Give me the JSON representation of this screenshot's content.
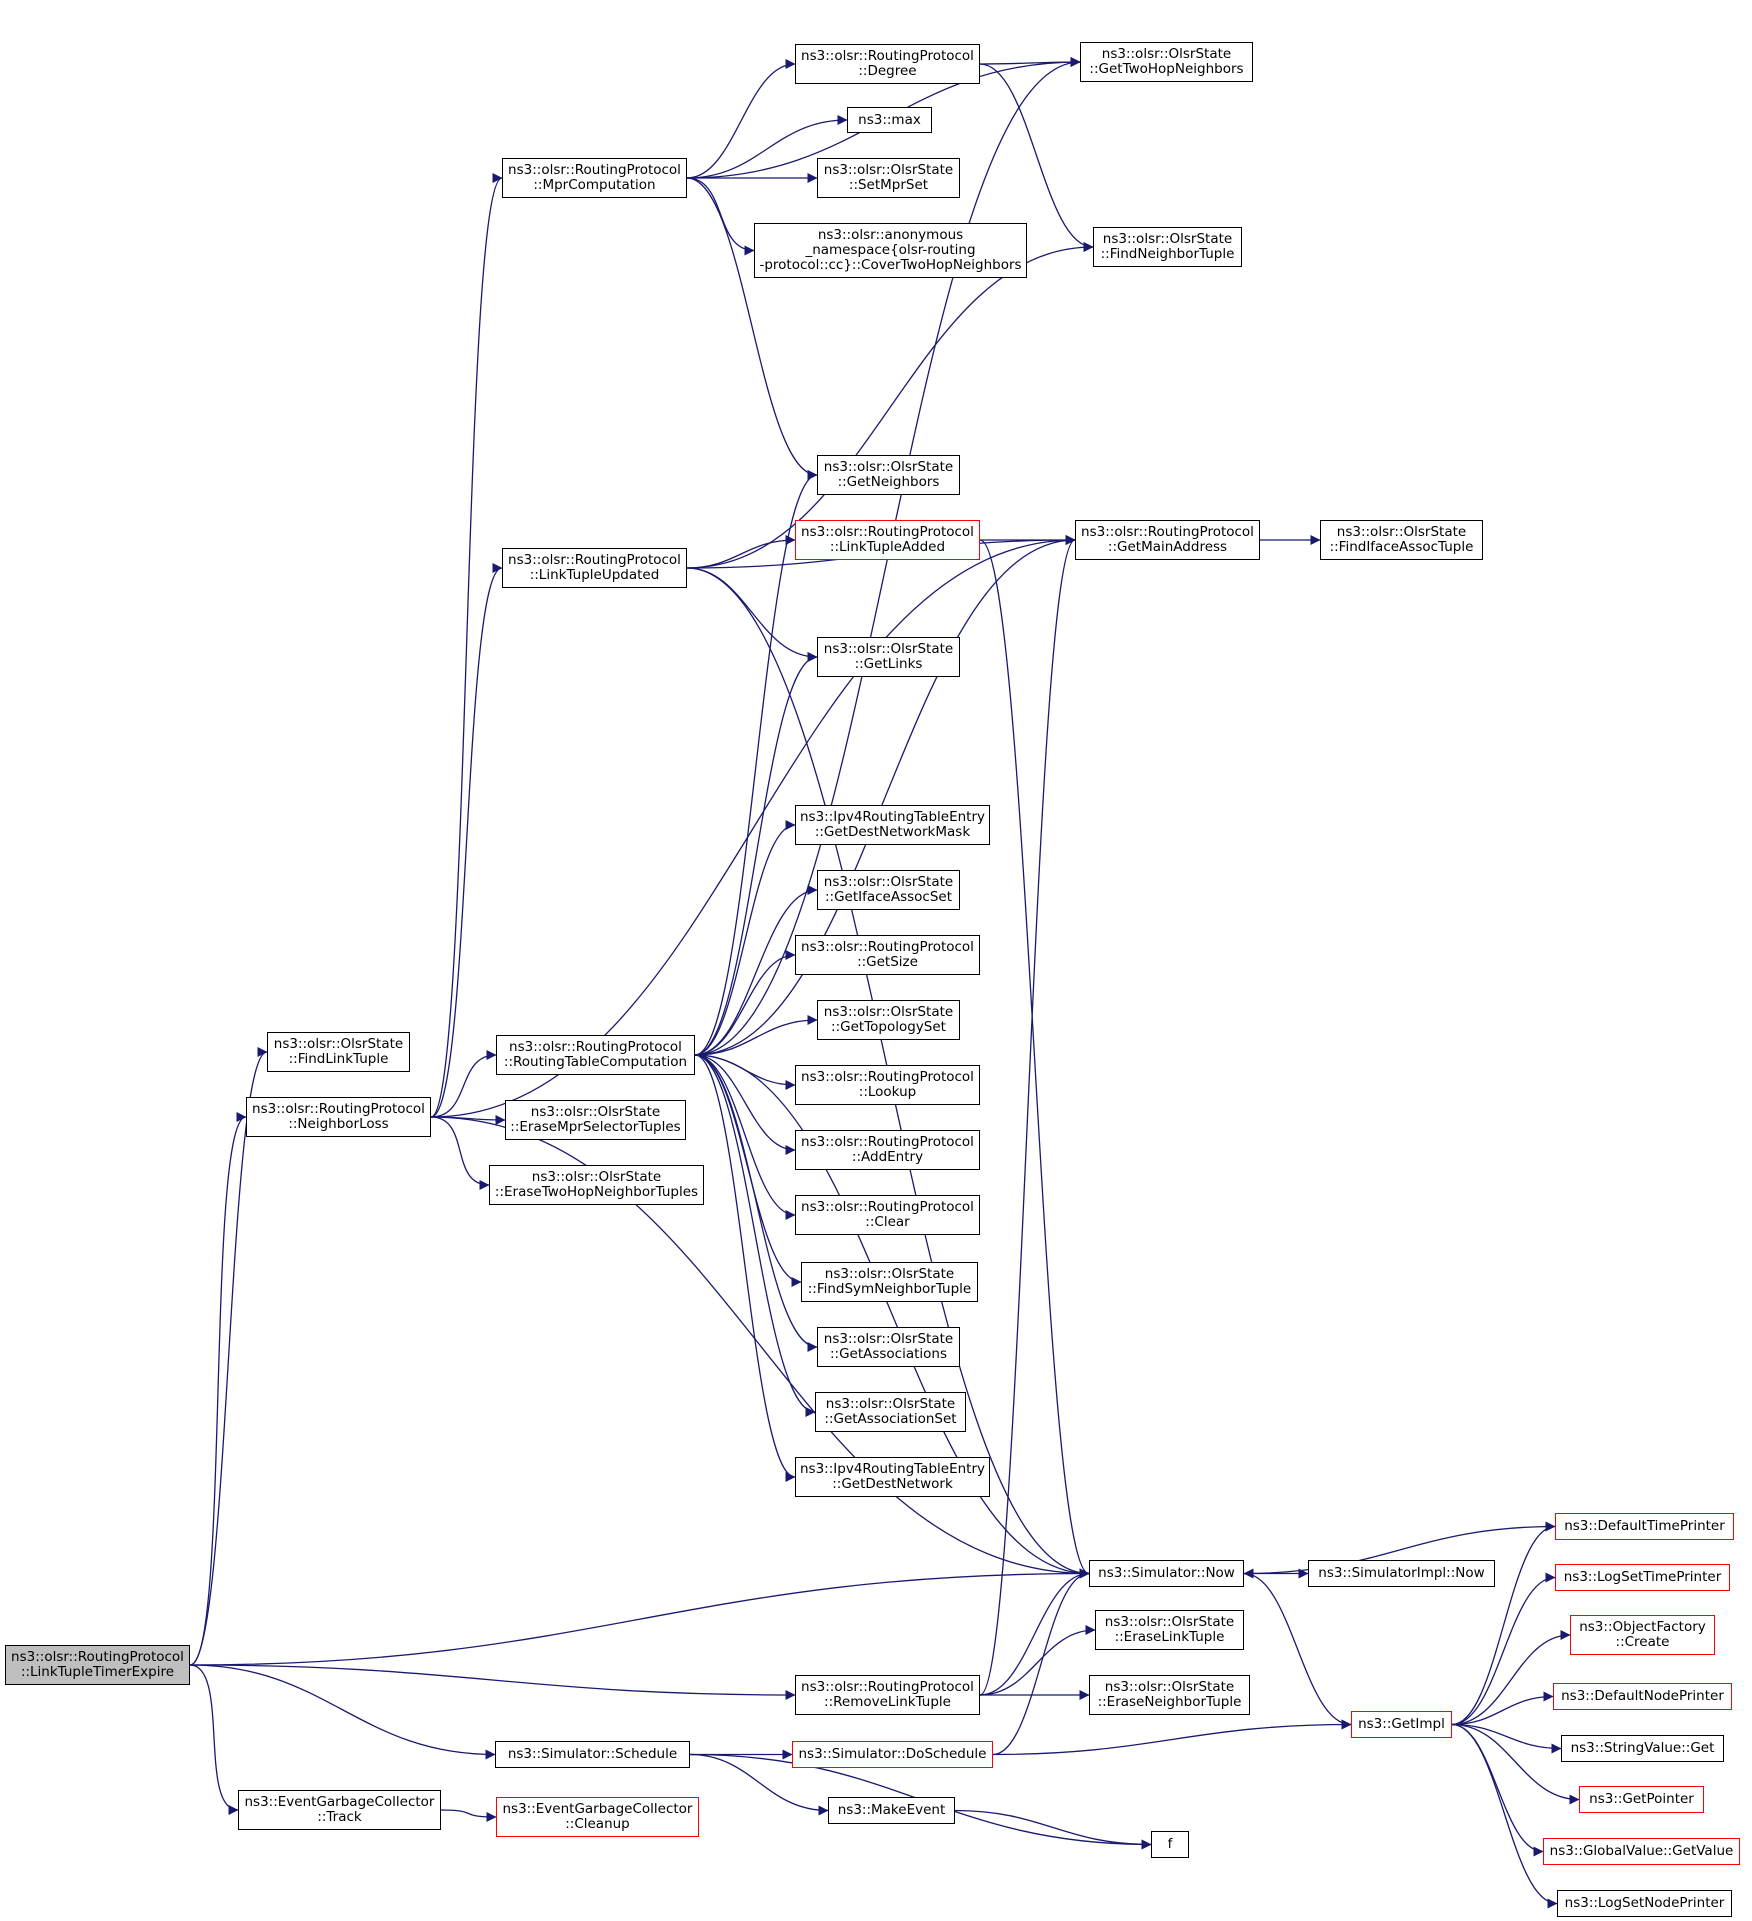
{
  "colors": {
    "edge": "#191970",
    "node_border": "#000000",
    "node_border_truncated": "#ff0000",
    "root_fill": "#bfbfbf"
  },
  "nodes": {
    "link_tuple_timer_expire": {
      "lines": [
        "ns3::olsr::RoutingProtocol",
        "::LinkTupleTimerExpire"
      ],
      "style": "root"
    },
    "find_link_tuple": {
      "lines": [
        "ns3::olsr::OlsrState",
        "::FindLinkTuple"
      ],
      "style": "normal"
    },
    "neighbor_loss": {
      "lines": [
        "ns3::olsr::RoutingProtocol",
        "::NeighborLoss"
      ],
      "style": "normal"
    },
    "mpr_computation": {
      "lines": [
        "ns3::olsr::RoutingProtocol",
        "::MprComputation"
      ],
      "style": "normal"
    },
    "degree": {
      "lines": [
        "ns3::olsr::RoutingProtocol",
        "::Degree"
      ],
      "style": "normal"
    },
    "get_two_hop_neighbors": {
      "lines": [
        "ns3::olsr::OlsrState",
        "::GetTwoHopNeighbors"
      ],
      "style": "normal"
    },
    "max": {
      "lines": [
        "ns3::max"
      ],
      "style": "normal"
    },
    "set_mpr_set": {
      "lines": [
        "ns3::olsr::OlsrState",
        "::SetMprSet"
      ],
      "style": "normal"
    },
    "cover_two_hop_neighbors": {
      "lines": [
        "ns3::olsr::anonymous",
        "_namespace{olsr-routing",
        "-protocol::cc}::CoverTwoHopNeighbors"
      ],
      "style": "normal"
    },
    "find_neighbor_tuple": {
      "lines": [
        "ns3::olsr::OlsrState",
        "::FindNeighborTuple"
      ],
      "style": "normal"
    },
    "get_neighbors": {
      "lines": [
        "ns3::olsr::OlsrState",
        "::GetNeighbors"
      ],
      "style": "normal"
    },
    "link_tuple_added": {
      "lines": [
        "ns3::olsr::RoutingProtocol",
        "::LinkTupleAdded"
      ],
      "style": "truncated"
    },
    "get_main_address": {
      "lines": [
        "ns3::olsr::RoutingProtocol",
        "::GetMainAddress"
      ],
      "style": "normal"
    },
    "find_iface_assoc_tuple": {
      "lines": [
        "ns3::olsr::OlsrState",
        "::FindIfaceAssocTuple"
      ],
      "style": "normal"
    },
    "link_tuple_updated": {
      "lines": [
        "ns3::olsr::RoutingProtocol",
        "::LinkTupleUpdated"
      ],
      "style": "normal"
    },
    "get_links": {
      "lines": [
        "ns3::olsr::OlsrState",
        "::GetLinks"
      ],
      "style": "normal"
    },
    "get_dest_network_mask": {
      "lines": [
        "ns3::Ipv4RoutingTableEntry",
        "::GetDestNetworkMask"
      ],
      "style": "normal"
    },
    "get_iface_assoc_set": {
      "lines": [
        "ns3::olsr::OlsrState",
        "::GetIfaceAssocSet"
      ],
      "style": "normal"
    },
    "get_size": {
      "lines": [
        "ns3::olsr::RoutingProtocol",
        "::GetSize"
      ],
      "style": "normal"
    },
    "get_topology_set": {
      "lines": [
        "ns3::olsr::OlsrState",
        "::GetTopologySet"
      ],
      "style": "normal"
    },
    "routing_table_computation": {
      "lines": [
        "ns3::olsr::RoutingProtocol",
        "::RoutingTableComputation"
      ],
      "style": "normal"
    },
    "lookup": {
      "lines": [
        "ns3::olsr::RoutingProtocol",
        "::Lookup"
      ],
      "style": "normal"
    },
    "erase_mpr_selector_tuples": {
      "lines": [
        "ns3::olsr::OlsrState",
        "::EraseMprSelectorTuples"
      ],
      "style": "normal"
    },
    "add_entry": {
      "lines": [
        "ns3::olsr::RoutingProtocol",
        "::AddEntry"
      ],
      "style": "normal"
    },
    "erase_two_hop_neighbor_tuples": {
      "lines": [
        "ns3::olsr::OlsrState",
        "::EraseTwoHopNeighborTuples"
      ],
      "style": "normal"
    },
    "clear": {
      "lines": [
        "ns3::olsr::RoutingProtocol",
        "::Clear"
      ],
      "style": "normal"
    },
    "find_sym_neighbor_tuple": {
      "lines": [
        "ns3::olsr::OlsrState",
        "::FindSymNeighborTuple"
      ],
      "style": "normal"
    },
    "get_associations": {
      "lines": [
        "ns3::olsr::OlsrState",
        "::GetAssociations"
      ],
      "style": "normal"
    },
    "get_association_set": {
      "lines": [
        "ns3::olsr::OlsrState",
        "::GetAssociationSet"
      ],
      "style": "normal"
    },
    "get_dest_network": {
      "lines": [
        "ns3::Ipv4RoutingTableEntry",
        "::GetDestNetwork"
      ],
      "style": "normal"
    },
    "default_time_printer": {
      "lines": [
        "ns3::DefaultTimePrinter"
      ],
      "style": "truncated"
    },
    "simulator_now": {
      "lines": [
        "ns3::Simulator::Now"
      ],
      "style": "normal"
    },
    "simulator_impl_now": {
      "lines": [
        "ns3::SimulatorImpl::Now"
      ],
      "style": "normal"
    },
    "log_set_time_printer": {
      "lines": [
        "ns3::LogSetTimePrinter"
      ],
      "style": "truncated"
    },
    "object_factory_create": {
      "lines": [
        "ns3::ObjectFactory",
        "::Create"
      ],
      "style": "truncated"
    },
    "erase_link_tuple": {
      "lines": [
        "ns3::olsr::OlsrState",
        "::EraseLinkTuple"
      ],
      "style": "normal"
    },
    "remove_link_tuple": {
      "lines": [
        "ns3::olsr::RoutingProtocol",
        "::RemoveLinkTuple"
      ],
      "style": "normal"
    },
    "erase_neighbor_tuple": {
      "lines": [
        "ns3::olsr::OlsrState",
        "::EraseNeighborTuple"
      ],
      "style": "normal"
    },
    "default_node_printer": {
      "lines": [
        "ns3::DefaultNodePrinter"
      ],
      "style": "truncated"
    },
    "get_impl": {
      "lines": [
        "ns3::GetImpl"
      ],
      "style": "truncated"
    },
    "simulator_schedule": {
      "lines": [
        "ns3::Simulator::Schedule"
      ],
      "style": "normal"
    },
    "simulator_do_schedule": {
      "lines": [
        "ns3::Simulator::DoSchedule"
      ],
      "style": "truncated"
    },
    "string_value_get": {
      "lines": [
        "ns3::StringValue::Get"
      ],
      "style": "normal"
    },
    "make_event": {
      "lines": [
        "ns3::MakeEvent"
      ],
      "style": "normal"
    },
    "get_pointer": {
      "lines": [
        "ns3::GetPointer"
      ],
      "style": "truncated"
    },
    "event_gc_track": {
      "lines": [
        "ns3::EventGarbageCollector",
        "::Track"
      ],
      "style": "normal"
    },
    "event_gc_cleanup": {
      "lines": [
        "ns3::EventGarbageCollector",
        "::Cleanup"
      ],
      "style": "truncated"
    },
    "f": {
      "lines": [
        "f"
      ],
      "style": "normal"
    },
    "global_value_get_value": {
      "lines": [
        "ns3::GlobalValue::GetValue"
      ],
      "style": "truncated"
    },
    "log_set_node_printer": {
      "lines": [
        "ns3::LogSetNodePrinter"
      ],
      "style": "normal"
    }
  },
  "edges": [
    [
      "link_tuple_timer_expire",
      "find_link_tuple"
    ],
    [
      "link_tuple_timer_expire",
      "neighbor_loss"
    ],
    [
      "link_tuple_timer_expire",
      "simulator_now"
    ],
    [
      "link_tuple_timer_expire",
      "remove_link_tuple"
    ],
    [
      "link_tuple_timer_expire",
      "simulator_schedule"
    ],
    [
      "link_tuple_timer_expire",
      "event_gc_track"
    ],
    [
      "neighbor_loss",
      "mpr_computation"
    ],
    [
      "neighbor_loss",
      "get_main_address"
    ],
    [
      "neighbor_loss",
      "link_tuple_updated"
    ],
    [
      "neighbor_loss",
      "routing_table_computation"
    ],
    [
      "neighbor_loss",
      "erase_mpr_selector_tuples"
    ],
    [
      "neighbor_loss",
      "erase_two_hop_neighbor_tuples"
    ],
    [
      "neighbor_loss",
      "simulator_now"
    ],
    [
      "mpr_computation",
      "get_two_hop_neighbors"
    ],
    [
      "mpr_computation",
      "degree"
    ],
    [
      "mpr_computation",
      "max"
    ],
    [
      "mpr_computation",
      "set_mpr_set"
    ],
    [
      "mpr_computation",
      "cover_two_hop_neighbors"
    ],
    [
      "mpr_computation",
      "get_neighbors"
    ],
    [
      "degree",
      "get_two_hop_neighbors"
    ],
    [
      "degree",
      "find_neighbor_tuple"
    ],
    [
      "link_tuple_updated",
      "find_neighbor_tuple"
    ],
    [
      "link_tuple_updated",
      "get_main_address"
    ],
    [
      "link_tuple_updated",
      "link_tuple_added"
    ],
    [
      "link_tuple_updated",
      "get_links"
    ],
    [
      "link_tuple_updated",
      "simulator_now"
    ],
    [
      "link_tuple_added",
      "get_main_address"
    ],
    [
      "link_tuple_added",
      "simulator_now"
    ],
    [
      "get_main_address",
      "find_iface_assoc_tuple"
    ],
    [
      "routing_table_computation",
      "get_neighbors"
    ],
    [
      "routing_table_computation",
      "get_links"
    ],
    [
      "routing_table_computation",
      "get_two_hop_neighbors"
    ],
    [
      "routing_table_computation",
      "get_main_address"
    ],
    [
      "routing_table_computation",
      "get_dest_network_mask"
    ],
    [
      "routing_table_computation",
      "get_iface_assoc_set"
    ],
    [
      "routing_table_computation",
      "get_size"
    ],
    [
      "routing_table_computation",
      "get_topology_set"
    ],
    [
      "routing_table_computation",
      "lookup"
    ],
    [
      "routing_table_computation",
      "add_entry"
    ],
    [
      "routing_table_computation",
      "clear"
    ],
    [
      "routing_table_computation",
      "find_sym_neighbor_tuple"
    ],
    [
      "routing_table_computation",
      "get_associations"
    ],
    [
      "routing_table_computation",
      "get_association_set"
    ],
    [
      "routing_table_computation",
      "get_dest_network"
    ],
    [
      "routing_table_computation",
      "simulator_now"
    ],
    [
      "remove_link_tuple",
      "get_main_address"
    ],
    [
      "remove_link_tuple",
      "simulator_now"
    ],
    [
      "remove_link_tuple",
      "erase_link_tuple"
    ],
    [
      "remove_link_tuple",
      "erase_neighbor_tuple"
    ],
    [
      "simulator_now",
      "simulator_impl_now"
    ],
    [
      "simulator_now",
      "get_impl"
    ],
    [
      "default_time_printer",
      "simulator_now"
    ],
    [
      "simulator_schedule",
      "simulator_do_schedule"
    ],
    [
      "simulator_schedule",
      "make_event"
    ],
    [
      "simulator_schedule",
      "f"
    ],
    [
      "simulator_do_schedule",
      "get_impl"
    ],
    [
      "simulator_do_schedule",
      "simulator_now"
    ],
    [
      "make_event",
      "f"
    ],
    [
      "event_gc_track",
      "event_gc_cleanup"
    ],
    [
      "get_impl",
      "default_time_printer"
    ],
    [
      "get_impl",
      "log_set_time_printer"
    ],
    [
      "get_impl",
      "object_factory_create"
    ],
    [
      "get_impl",
      "default_node_printer"
    ],
    [
      "get_impl",
      "string_value_get"
    ],
    [
      "get_impl",
      "get_pointer"
    ],
    [
      "get_impl",
      "global_value_get_value"
    ],
    [
      "get_impl",
      "log_set_node_printer"
    ]
  ]
}
